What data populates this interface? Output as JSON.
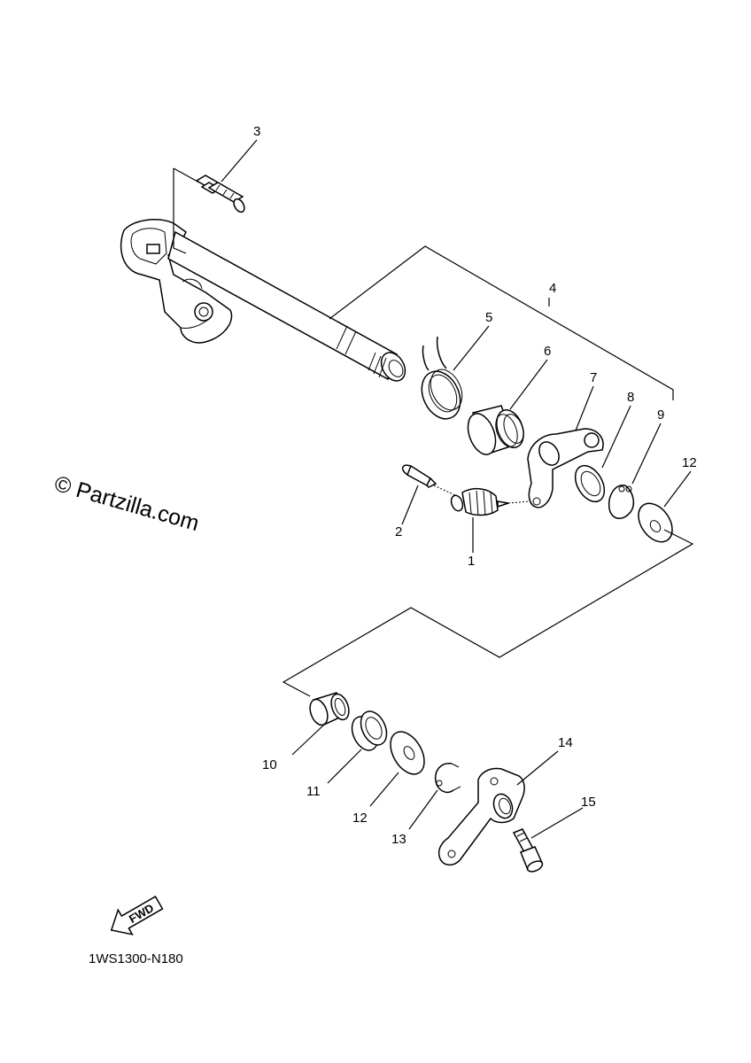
{
  "watermark": "© Partzilla.com",
  "diagram_code": "1WS1300-N180",
  "fwd_label": "FWD",
  "callouts": {
    "c1": "1",
    "c2": "2",
    "c3": "3",
    "c4": "4",
    "c5": "5",
    "c6": "6",
    "c7": "7",
    "c8": "8",
    "c9": "9",
    "c10": "10",
    "c11": "11",
    "c12a": "12",
    "c12b": "12",
    "c13": "13",
    "c14": "14",
    "c15": "15"
  }
}
